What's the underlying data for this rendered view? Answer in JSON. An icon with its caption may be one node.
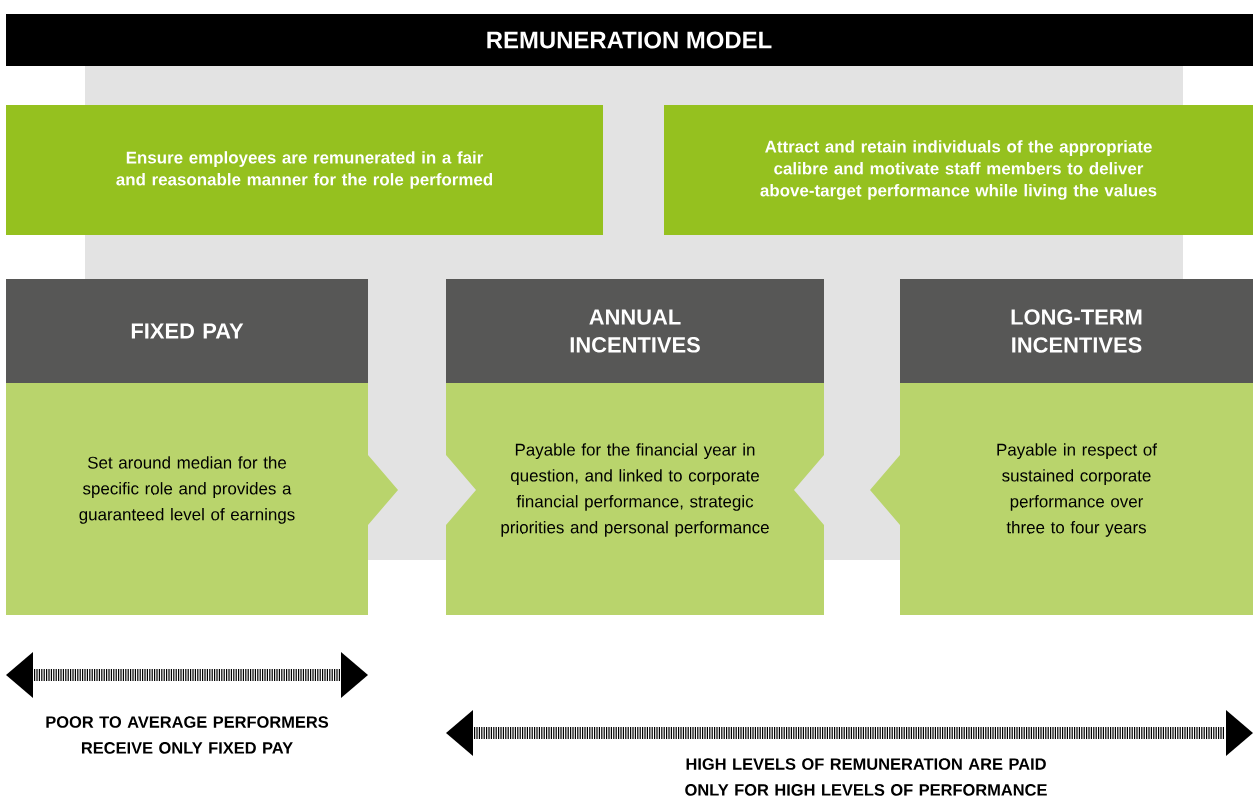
{
  "diagram": {
    "title": "REMUNERATION MODEL",
    "nodes": [
      {
        "text": [
          "Ensure employees are remunerated in a fair and reasonable manner for the role performed"
        ]
      },
      {
        "text": [
          "Attract and retain individuals of the appropriate calibre and motivate staff members to deliver above-target performance while living the values"
        ]
      },
      {
        "text": [
          "FIXED PAY",
          "Set around median for the specific role and provides a guaranteed level of earnings"
        ]
      },
      {
        "text": [
          "ANNUAL INCENTIVES",
          "Payable for the financial year in question, and linked to corporate financial performance, strategic priorities and personal performance"
        ]
      },
      {
        "text": [
          "LONG-TERM INCENTIVES",
          "Payable in respect of sustained corporate performance over three to four years"
        ]
      }
    ],
    "labels": [
      "POOR TO AVERAGE PERFORMERS RECEIVE ONLY FIXED PAY",
      "HIGH LEVELS OF REMUNERATION ARE PAID ONLY FOR HIGH LEVELS OF PERFORMANCE"
    ]
  }
}
